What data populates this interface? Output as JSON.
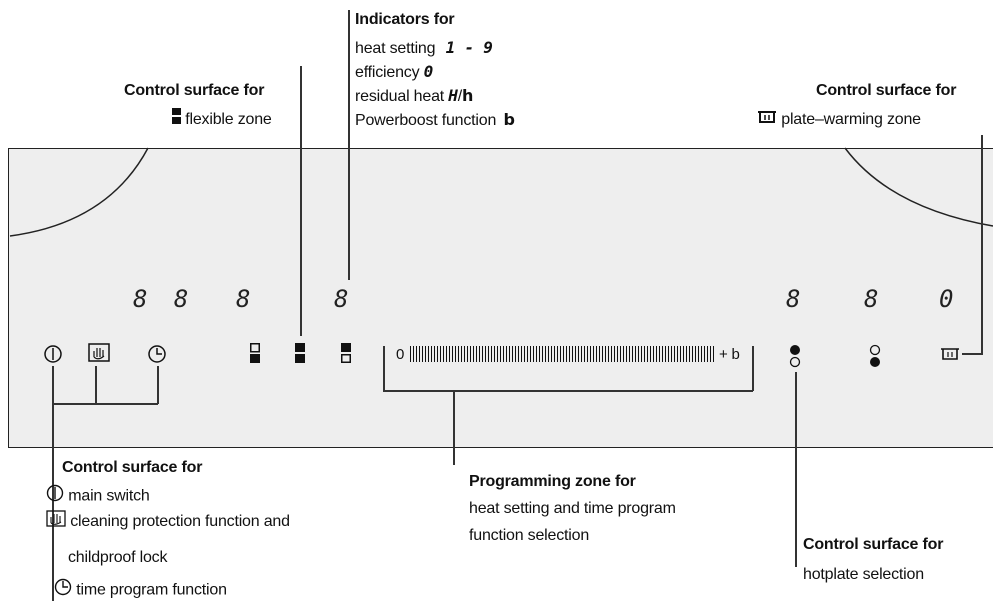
{
  "callouts": {
    "flexible": {
      "title": "Control surface for",
      "item": "flexible zone"
    },
    "indicators": {
      "title": "Indicators for",
      "heat_setting": "heat setting",
      "heat_range": "1 - 9",
      "efficiency": "efficiency",
      "efficiency_symbol": "0",
      "residual_heat": "residual heat",
      "residual_symbol_upper": "H",
      "residual_slash": "/",
      "residual_symbol_lower": "h",
      "powerboost": "Powerboost function",
      "powerboost_symbol": "b"
    },
    "plate_warming": {
      "title": "Control surface for",
      "item": "plate–warming zone"
    },
    "main_controls": {
      "title": "Control surface for",
      "main_switch": "main switch",
      "cleaning_line1": "cleaning protection function and",
      "cleaning_line2": "childproof lock",
      "time_program": "time program function"
    },
    "programming": {
      "title": "Programming zone for",
      "line1": "heat setting and time program",
      "line2": "function selection"
    },
    "hotplate": {
      "title": "Control surface for",
      "item": "hotplate selection"
    }
  },
  "panel": {
    "timer_display": "8 8",
    "displays": [
      "8",
      "8",
      "8",
      "8",
      "0"
    ],
    "slider_start": "0",
    "slider_end": "+ b"
  }
}
